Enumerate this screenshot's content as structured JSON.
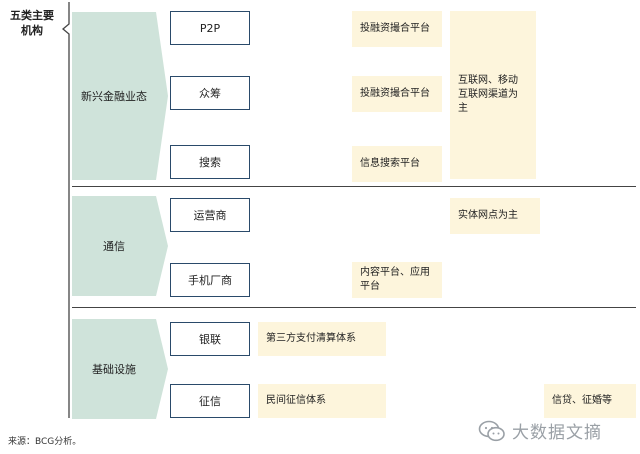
{
  "side_title": "五类主要\n机构",
  "categories": [
    {
      "label": "新兴金融业态",
      "items": [
        "P2P",
        "众筹",
        "搜索"
      ],
      "notes": [
        "投融资撮合平台",
        "投融资撮合平台",
        "信息搜索平台"
      ],
      "summary": "互联网、移动\n互联网渠道为\n主"
    },
    {
      "label": "通信",
      "items": [
        "运营商",
        "手机厂商"
      ],
      "notes": [
        "",
        "内容平台、应用\n平台"
      ],
      "summary": "实体网点为主"
    },
    {
      "label": "基础设施",
      "items": [
        "银联",
        "征信"
      ],
      "notes": [
        "第三方支付清算体系",
        "民间征信体系"
      ],
      "summary": "信贷、征婚等"
    }
  ],
  "source": "来源：BCG分析。",
  "watermark": "大数据文摘",
  "colors": {
    "category_fill": "#cfe3da",
    "note_fill": "#fdf5dc",
    "box_border": "#2a4a6a"
  }
}
